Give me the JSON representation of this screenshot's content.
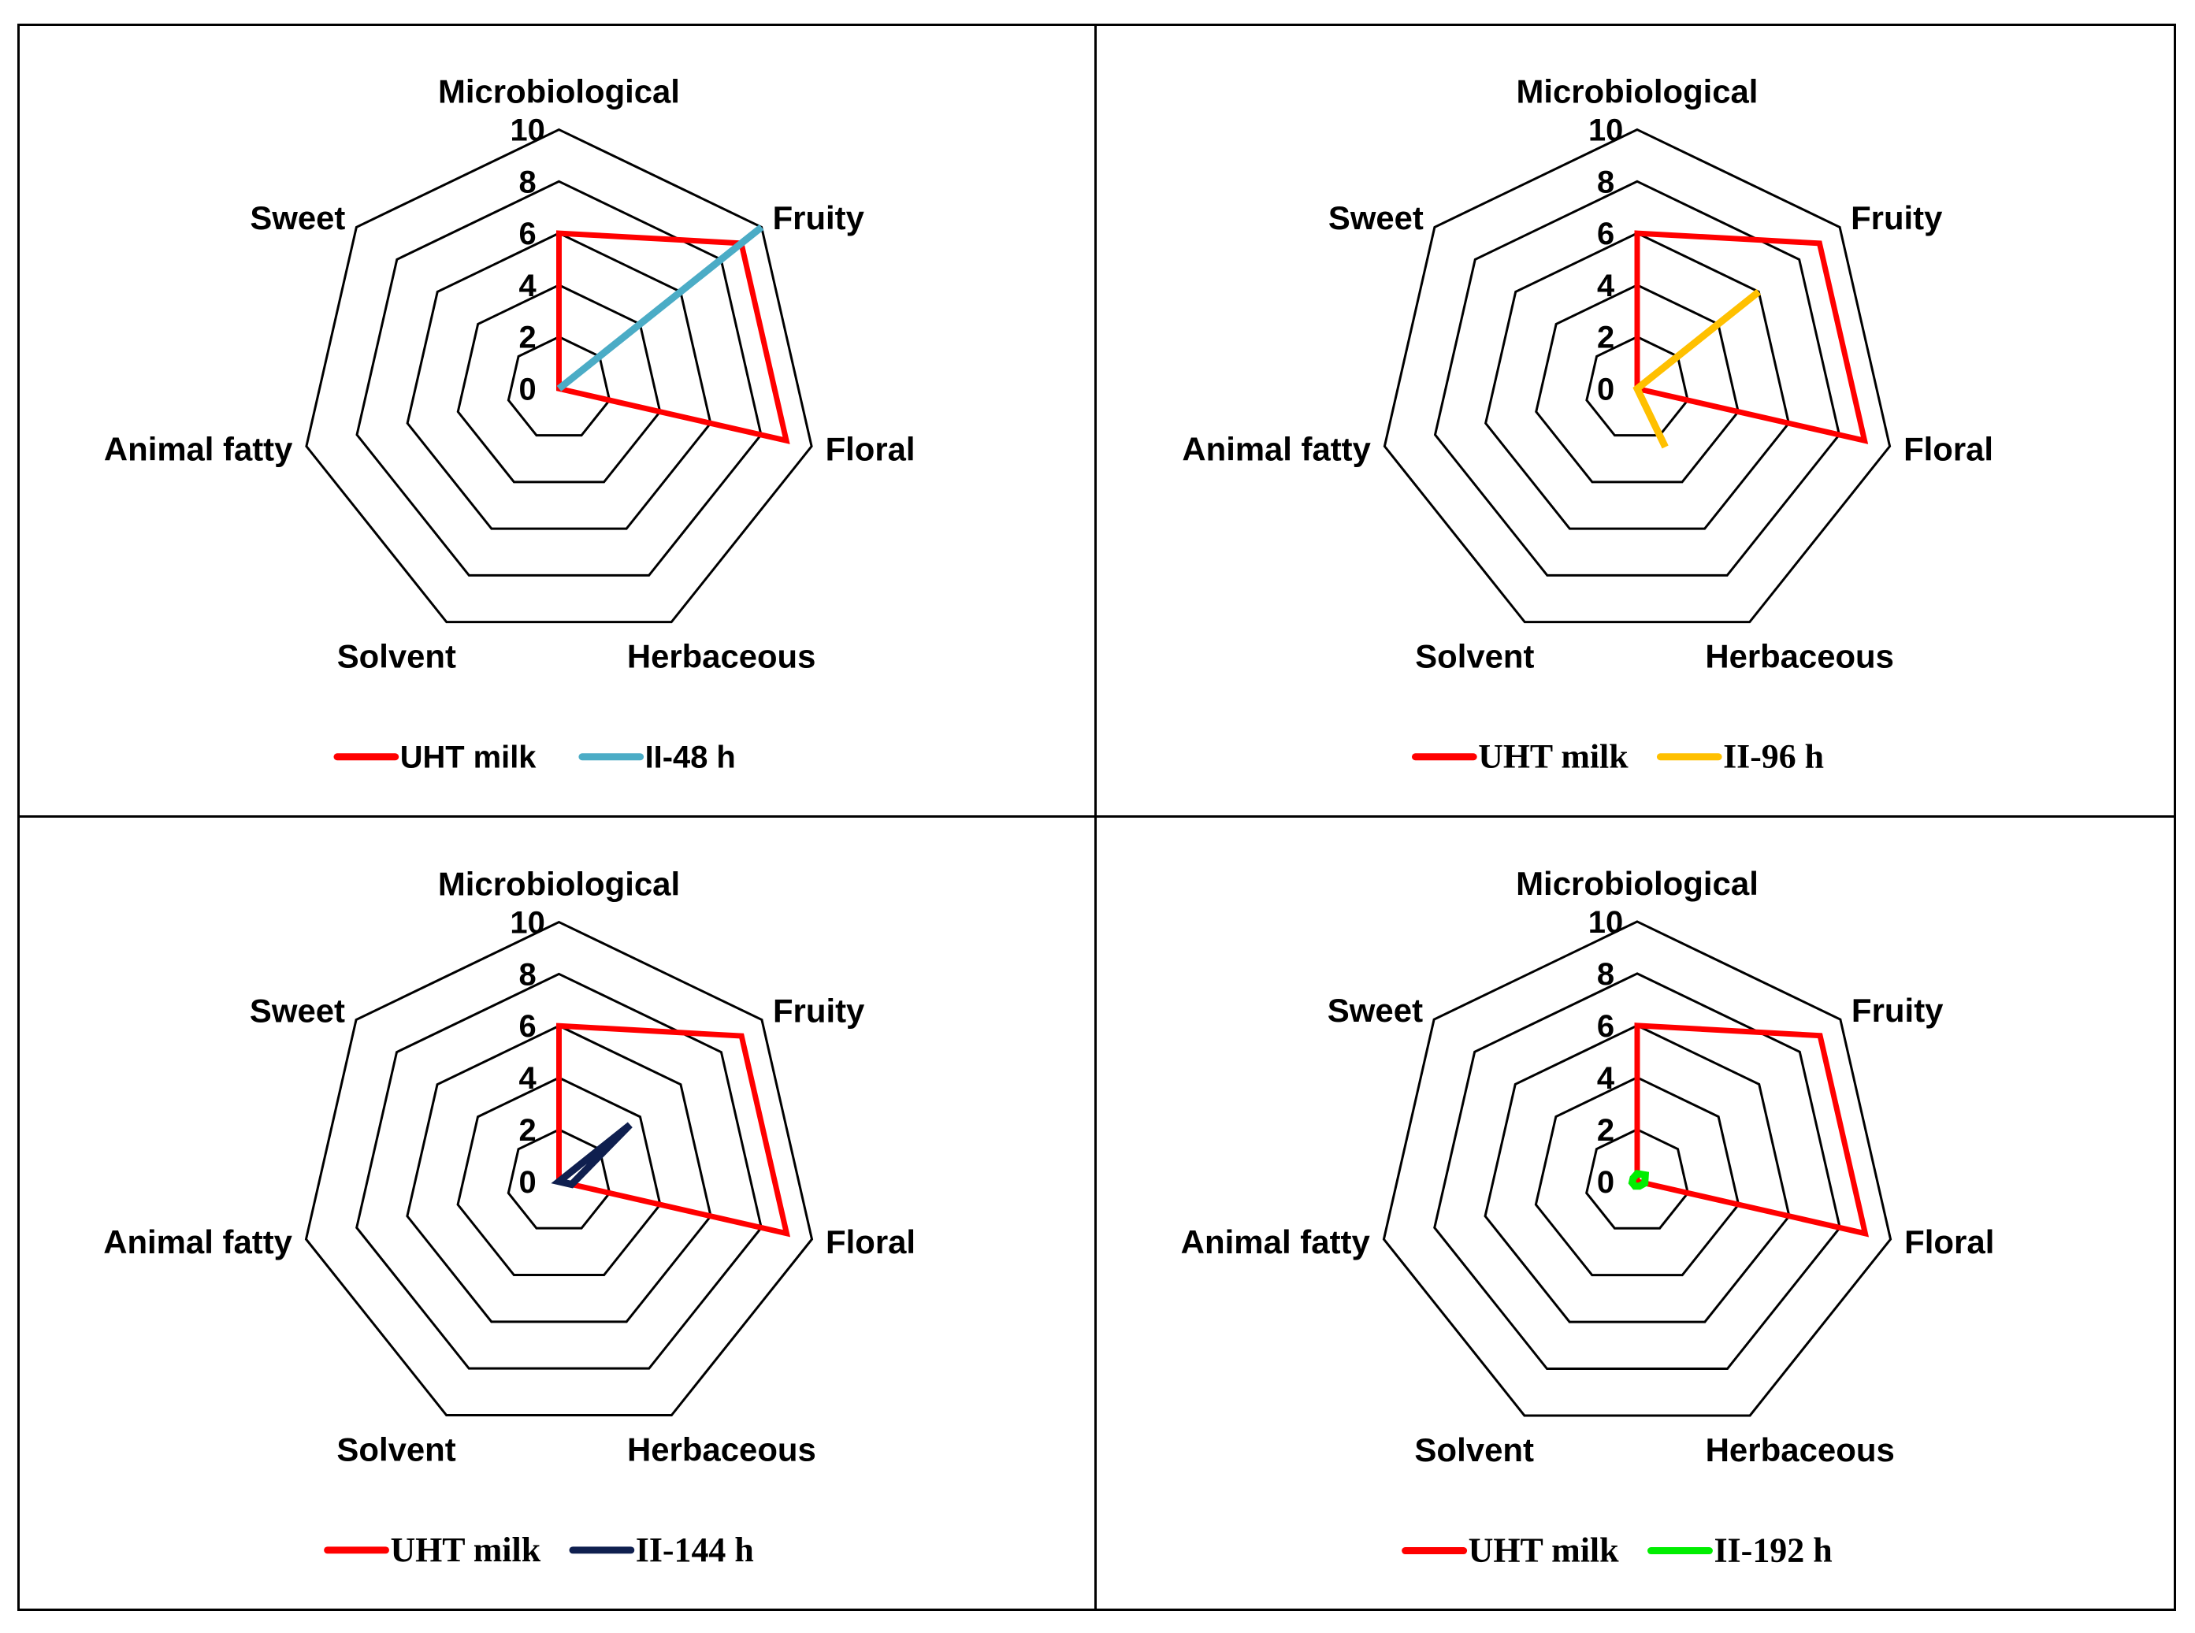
{
  "chart_data": [
    {
      "type": "radar",
      "axes": [
        "Microbiological",
        "Fruity",
        "Floral",
        "Herbaceous",
        "Solvent",
        "Animal fatty",
        "Sweet"
      ],
      "rlim": [
        0,
        10
      ],
      "ticks": [
        "0",
        "2",
        "4",
        "6",
        "8",
        "10"
      ],
      "legend_position": "bottom",
      "series": [
        {
          "name": "UHT milk",
          "color": "#ff0000",
          "values": [
            6,
            9,
            9,
            0,
            0,
            0,
            0
          ]
        },
        {
          "name": "II-48 h",
          "color": "#4bacc6",
          "values": [
            0,
            10,
            0,
            0,
            0,
            0,
            0
          ]
        }
      ]
    },
    {
      "type": "radar",
      "axes": [
        "Microbiological",
        "Fruity",
        "Floral",
        "Herbaceous",
        "Solvent",
        "Animal fatty",
        "Sweet"
      ],
      "rlim": [
        0,
        10
      ],
      "ticks": [
        "0",
        "2",
        "4",
        "6",
        "8",
        "10"
      ],
      "legend_position": "bottom",
      "series": [
        {
          "name": "UHT milk",
          "color": "#ff0000",
          "values": [
            6,
            9,
            9,
            0,
            0,
            0,
            0
          ]
        },
        {
          "name": "II-96 h",
          "color": "#ffc000",
          "values": [
            0,
            6,
            0,
            2.5,
            0,
            0,
            0
          ]
        }
      ]
    },
    {
      "type": "radar",
      "axes": [
        "Microbiological",
        "Fruity",
        "Floral",
        "Herbaceous",
        "Solvent",
        "Animal fatty",
        "Sweet"
      ],
      "rlim": [
        0,
        10
      ],
      "ticks": [
        "0",
        "2",
        "4",
        "6",
        "8",
        "10"
      ],
      "legend_position": "bottom",
      "series": [
        {
          "name": "UHT milk",
          "color": "#ff0000",
          "values": [
            6,
            9,
            9,
            0,
            0,
            0,
            0
          ]
        },
        {
          "name": "II-144 h",
          "color": "#0f1f4f",
          "values": [
            0,
            3.5,
            0.5,
            0,
            0,
            0,
            0
          ]
        }
      ]
    },
    {
      "type": "radar",
      "axes": [
        "Microbiological",
        "Fruity",
        "Floral",
        "Herbaceous",
        "Solvent",
        "Animal fatty",
        "Sweet"
      ],
      "rlim": [
        0,
        10
      ],
      "ticks": [
        "0",
        "2",
        "4",
        "6",
        "8",
        "10"
      ],
      "legend_position": "bottom",
      "series": [
        {
          "name": "UHT milk",
          "color": "#ff0000",
          "values": [
            6,
            9,
            9,
            0,
            0,
            0,
            0
          ]
        },
        {
          "name": "II-192 h",
          "color": "#00ee00",
          "values": [
            0.3,
            0.4,
            0.3,
            0.2,
            0.2,
            0.2,
            0.2
          ]
        }
      ]
    }
  ]
}
